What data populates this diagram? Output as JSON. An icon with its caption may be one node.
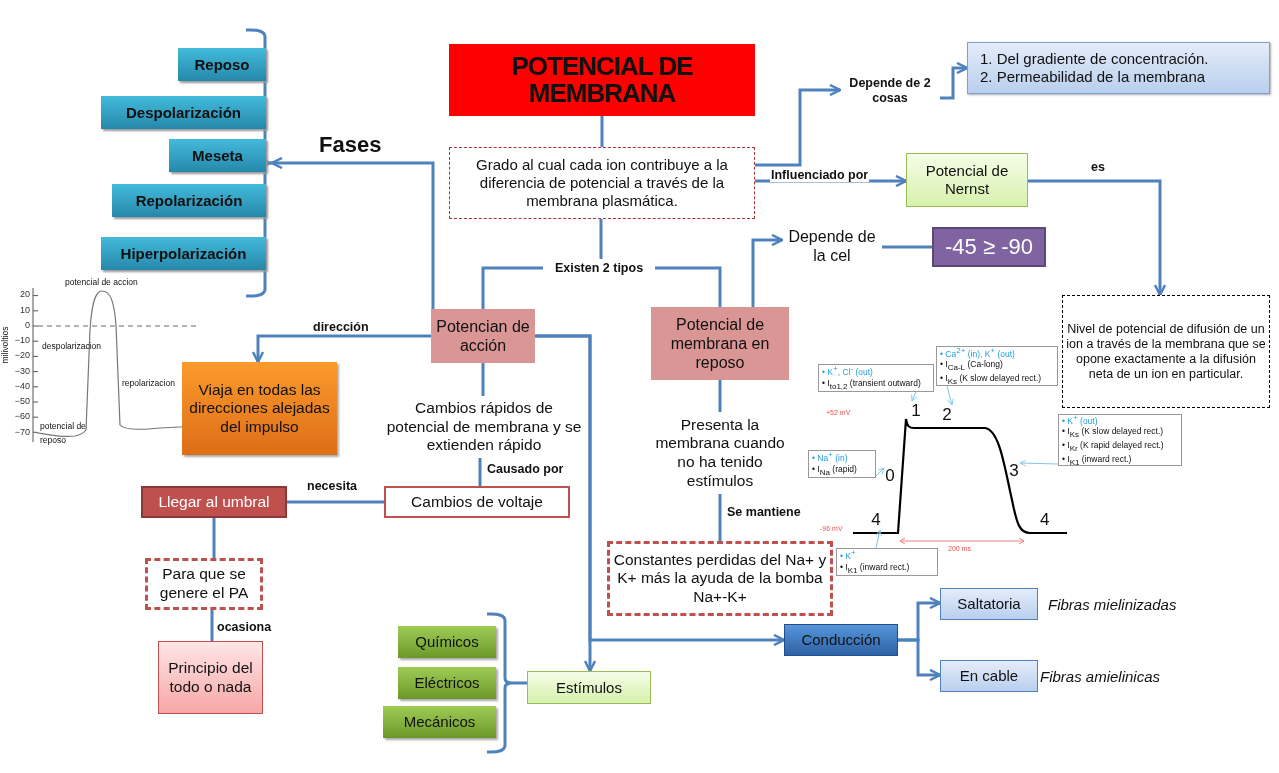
{
  "diagram": {
    "nodes": [
      {
        "text": [
          "POTENCIAL DE MEMBRANA"
        ]
      },
      {
        "text": [
          "Grado al cual cada ion contribuye a la diferencia de potencial a través de la membrana plasmática."
        ]
      },
      {
        "text": [
          "Depende de 2 cosas"
        ]
      },
      {
        "text": [
          "1. Del gradiente de concentración.",
          "2. Permeabilidad de la membrana"
        ]
      },
      {
        "text": [
          "Potencial de Nernst"
        ]
      },
      {
        "text": [
          "Nivel de potencial de difusión de un ion a través de la membrana que se opone exactamente a la difusión neta de un ion en particular."
        ]
      },
      {
        "text": [
          "Existen 2 tipos"
        ]
      },
      {
        "text": [],
        "shape": "bracket"
      },
      {
        "text": [
          "Reposo"
        ]
      },
      {
        "text": [
          "Despolarización"
        ]
      },
      {
        "text": [
          "Meseta"
        ]
      },
      {
        "text": [
          "Repolarización"
        ]
      },
      {
        "text": [
          "Hiperpolarización"
        ]
      },
      {
        "text": [
          "Potencian de acción"
        ]
      },
      {
        "text": [
          "Potencial de membrana en reposo"
        ]
      },
      {
        "text": [
          "Depende de la cel"
        ]
      },
      {
        "text": [
          "-45 ≥ -90"
        ]
      },
      {
        "text": [
          "Viaja en todas las direcciones alejadas del impulso"
        ]
      },
      {
        "text": [
          "Cambios rápidos de potencial de membrana y se extienden rápido"
        ]
      },
      {
        "text": [
          "Presenta la membrana cuando no ha tenido estímulos"
        ]
      },
      {
        "text": [
          "Llegar al umbral"
        ]
      },
      {
        "text": [
          "Cambios de voltaje"
        ]
      },
      {
        "text": [
          "Para que se genere el PA"
        ]
      },
      {
        "text": [
          "Constantes perdidas del Na+ y K+ más la ayuda de la bomba Na+-K+"
        ]
      },
      {
        "text": [
          "Principio del todo o nada"
        ]
      },
      {
        "text": [
          "Químicos"
        ]
      },
      {
        "text": [
          "Eléctricos"
        ]
      },
      {
        "text": [
          "Mecánicos"
        ]
      },
      {
        "text": [],
        "shape": "bracket"
      },
      {
        "text": [
          "Estímulos"
        ]
      },
      {
        "text": [
          "Conducción"
        ]
      },
      {
        "text": [
          "Saltatoria"
        ],
        "beside": [
          "Fibras mielinizadas"
        ]
      },
      {
        "text": [
          "En cable"
        ],
        "beside": [
          "Fibras amielinicas"
        ]
      },
      {
        "text": [
          "• K$^{+}$, Cl$^{-}$ (out)",
          "• I$_{to1,2}$ (transient outward)"
        ]
      },
      {
        "text": [
          "• Ca$^{2+}$ (in), K$^{+}$ (out)",
          "• I$_{Ca-L}$ (Ca-long)",
          "• I$_{Ks}$ (K slow delayed rect.)"
        ]
      },
      {
        "text": [
          "• Na$^{+}$ (in)",
          "• I$_{Na}$ (rapid)"
        ]
      },
      {
        "text": [
          "• K$^{+}$ (out)",
          "• I$_{Ks}$ (K slow delayed rect.)",
          "• I$_{Kr}$ (K rapid delayed rect.)",
          "• I$_{K1}$ (inward rect.)"
        ]
      },
      {
        "text": [
          "• K$^{+}$",
          "• I$_{K1}$ (inward rect.)"
        ]
      },
      {
        "text": [
          "1"
        ]
      },
      {
        "text": [
          "2"
        ]
      },
      {
        "text": [
          "0"
        ]
      },
      {
        "text": [
          "3"
        ]
      },
      {
        "text": [
          "4"
        ]
      }
    ],
    "edges": [
      {
        "from": 0,
        "to": 1,
        "arrow": "none"
      },
      {
        "from": 1,
        "to": 2,
        "arrow": "to"
      },
      {
        "from": 2,
        "to": 3,
        "arrow": "to"
      },
      {
        "from": 1,
        "to": 4,
        "arrow": "to",
        "label": "Influenciado por"
      },
      {
        "from": 4,
        "to": 5,
        "arrow": "to",
        "label": "es"
      },
      {
        "from": 1,
        "to": 6,
        "arrow": "none"
      },
      {
        "from": 6,
        "to": 13,
        "arrow": "none"
      },
      {
        "from": 6,
        "to": 14,
        "arrow": "none"
      },
      {
        "from": 13,
        "to": 7,
        "arrow": "to",
        "label": "Fases"
      },
      {
        "from": 14,
        "to": 15,
        "arrow": "to"
      },
      {
        "from": 15,
        "to": 16,
        "arrow": "none"
      },
      {
        "from": 13,
        "to": 17,
        "arrow": "to",
        "label": "dirección"
      },
      {
        "from": 13,
        "to": 18,
        "arrow": "none"
      },
      {
        "from": 18,
        "to": 21,
        "arrow": "none",
        "label": "Causado por"
      },
      {
        "from": 21,
        "to": 20,
        "arrow": "none",
        "label": "necesita"
      },
      {
        "from": 20,
        "to": 22,
        "arrow": "none"
      },
      {
        "from": 22,
        "to": 24,
        "arrow": "none",
        "label": "ocasiona"
      },
      {
        "from": 14,
        "to": 19,
        "arrow": "none"
      },
      {
        "from": 19,
        "to": 23,
        "arrow": "none",
        "label": "Se mantiene"
      },
      {
        "from": 13,
        "to": 29,
        "arrow": "to"
      },
      {
        "from": 13,
        "to": 30,
        "arrow": "to"
      },
      {
        "from": 29,
        "to": 28,
        "arrow": "none"
      },
      {
        "from": 30,
        "to": 31,
        "arrow": "to"
      },
      {
        "from": 30,
        "to": 32,
        "arrow": "to"
      },
      {
        "from": 33,
        "to": 38,
        "arrow": "to",
        "color": "#7fc8e8"
      },
      {
        "from": 34,
        "to": 39,
        "arrow": "to",
        "color": "#7fc8e8"
      },
      {
        "from": 35,
        "to": 40,
        "arrow": "to",
        "color": "#7fc8e8"
      },
      {
        "from": 36,
        "to": 41,
        "arrow": "to",
        "color": "#7fc8e8"
      },
      {
        "from": 37,
        "to": 42,
        "arrow": "to",
        "color": "#7fc8e8"
      }
    ],
    "labels": [
      "potencial de accion",
      "20",
      "10",
      "0",
      "−10",
      "−20",
      "−30",
      "−40",
      "−50",
      "−60",
      "−70",
      "milivoltios",
      "despolarizacion",
      "repolarizacion",
      "potencial de reposo",
      "+52 mV",
      "-96 mV",
      "4",
      "200 ms"
    ]
  }
}
